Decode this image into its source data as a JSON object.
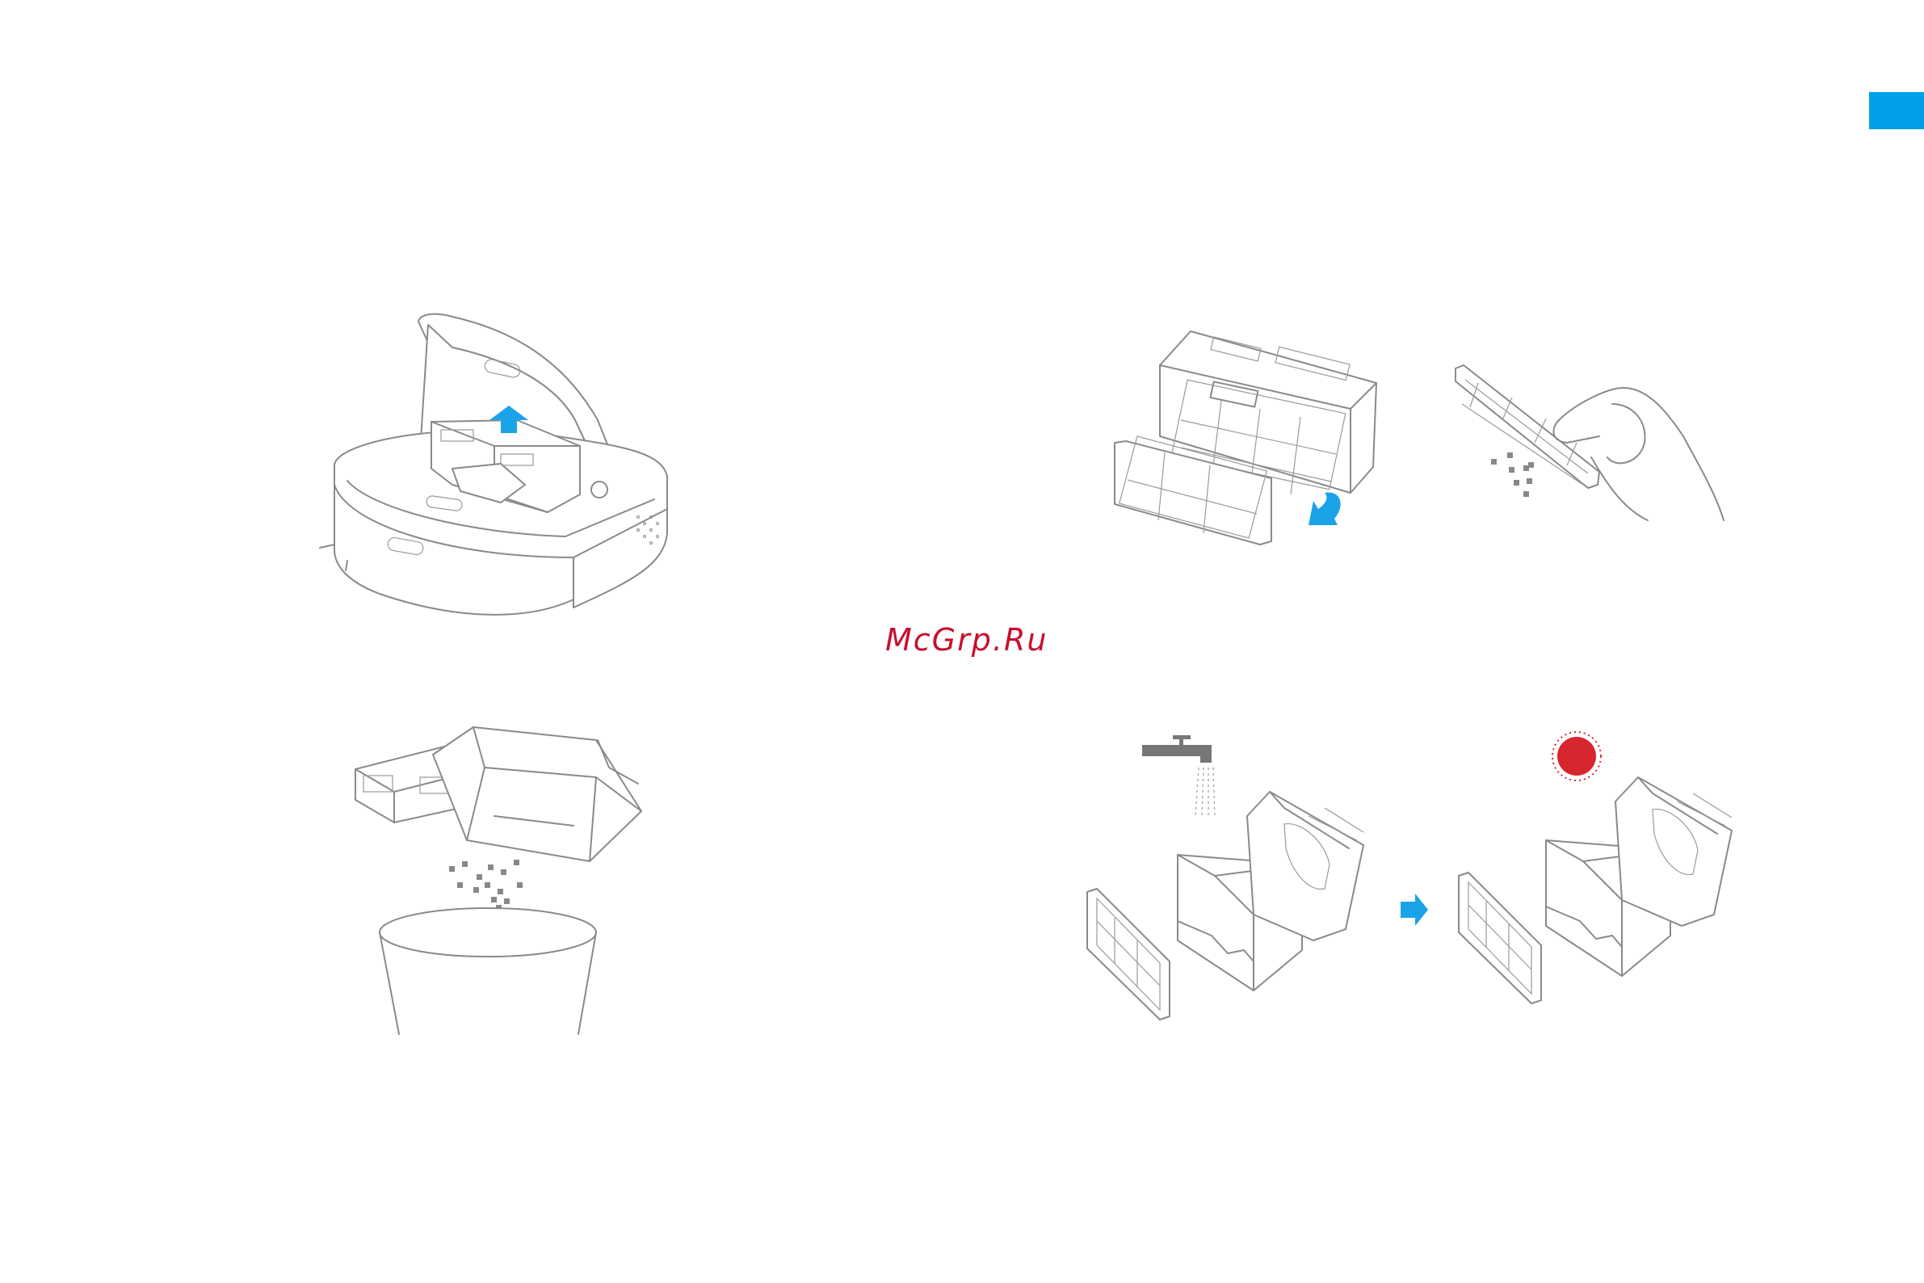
{
  "watermark": {
    "text": "McGrp.Ru"
  },
  "colors": {
    "accent": "#00a0e9",
    "arrow_blue": "#1aa3e8",
    "sun_red": "#d8262e",
    "watermark": "#c8102e",
    "line": "#8a8a8a"
  },
  "illustrations": [
    {
      "name": "remove-dustbin-from-robot",
      "icon": "arrow-up-icon"
    },
    {
      "name": "empty-dustbin-into-trash"
    },
    {
      "name": "remove-filter-from-dustbin",
      "icon": "rotate-arrow-icon"
    },
    {
      "name": "tap-filter-clean"
    },
    {
      "name": "rinse-dustbin-with-water",
      "icon": "water-tap-icon"
    },
    {
      "name": "dry-dustbin-in-sun",
      "icon": "sun-icon"
    }
  ]
}
